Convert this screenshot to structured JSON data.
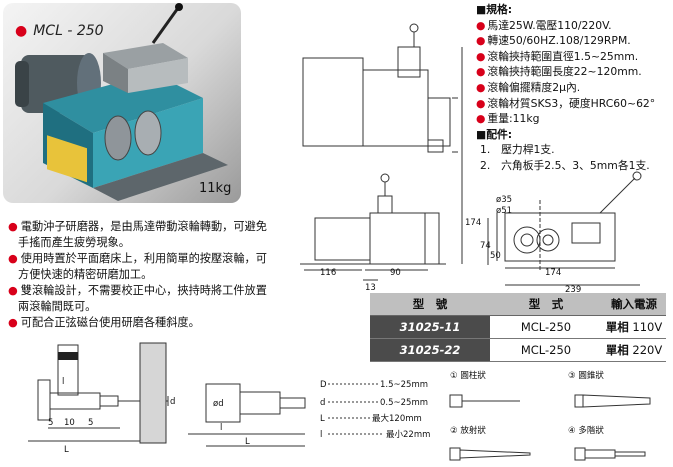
{
  "photo": {
    "model": "MCL - 250",
    "weight": "11kg"
  },
  "features": [
    "電動沖子研磨器，是由馬達帶動滾輪轉動，可避免",
    "手搖而產生疲勞現象。",
    "使用時置於平面磨床上，利用簡單的按壓滾輪，可",
    "方便快速的精密研磨加工。",
    "雙滾輪設計，不需要校正中心，挾持時將工件放置",
    "兩滾輪間既可。",
    "可配合正弦磁台使用研磨各種斜度。"
  ],
  "specs": {
    "title": "規格:",
    "items": [
      "馬達25W.電壓110/220V.",
      "轉速50/60HZ.108/129RPM.",
      "滾輪挾持範圍直徑1.5~25mm.",
      "滾輪挾持範圍長度22~120mm.",
      "滾輪偏擺精度2μ內.",
      "滾輪材質SKS3，硬度HRC60~62°",
      "重量:11kg"
    ],
    "acc_title": "配件:",
    "acc_items": [
      "1.　壓力桿1支.",
      "2.　六角板手2.5、3、5mm各1支."
    ]
  },
  "dims": {
    "d116": "116",
    "d90": "90",
    "d13": "13",
    "d174h": "174",
    "d174v": "174",
    "d239": "239",
    "d74": "74",
    "d50": "50",
    "d35": "ø35",
    "d51": "ø51"
  },
  "table": {
    "headers": [
      "型　號",
      "型　式",
      "輸入電源"
    ],
    "rows": [
      {
        "code": "31025-11",
        "type": "MCL-250",
        "phase": "單相",
        "voltage": "110V"
      },
      {
        "code": "31025-22",
        "type": "MCL-250",
        "phase": "單相",
        "voltage": "220V"
      }
    ]
  },
  "params": {
    "D_label": "D",
    "D_val": "1.5~25mm",
    "d_label": "d",
    "d_val": "0.5~25mm",
    "L_label": "L",
    "L_val": "最大120mm",
    "l_label": "l",
    "l_val": "最小22mm"
  },
  "part_dims": {
    "p5a": "5",
    "p10": "10",
    "p5b": "5",
    "pL": "L",
    "pl": "l",
    "pd": "ød",
    "pD": "D",
    "pd2": "d"
  },
  "shapes": [
    "① 圓柱狀",
    "③ 圓錐狀",
    "② 放射狀",
    "④ 多階狀"
  ]
}
